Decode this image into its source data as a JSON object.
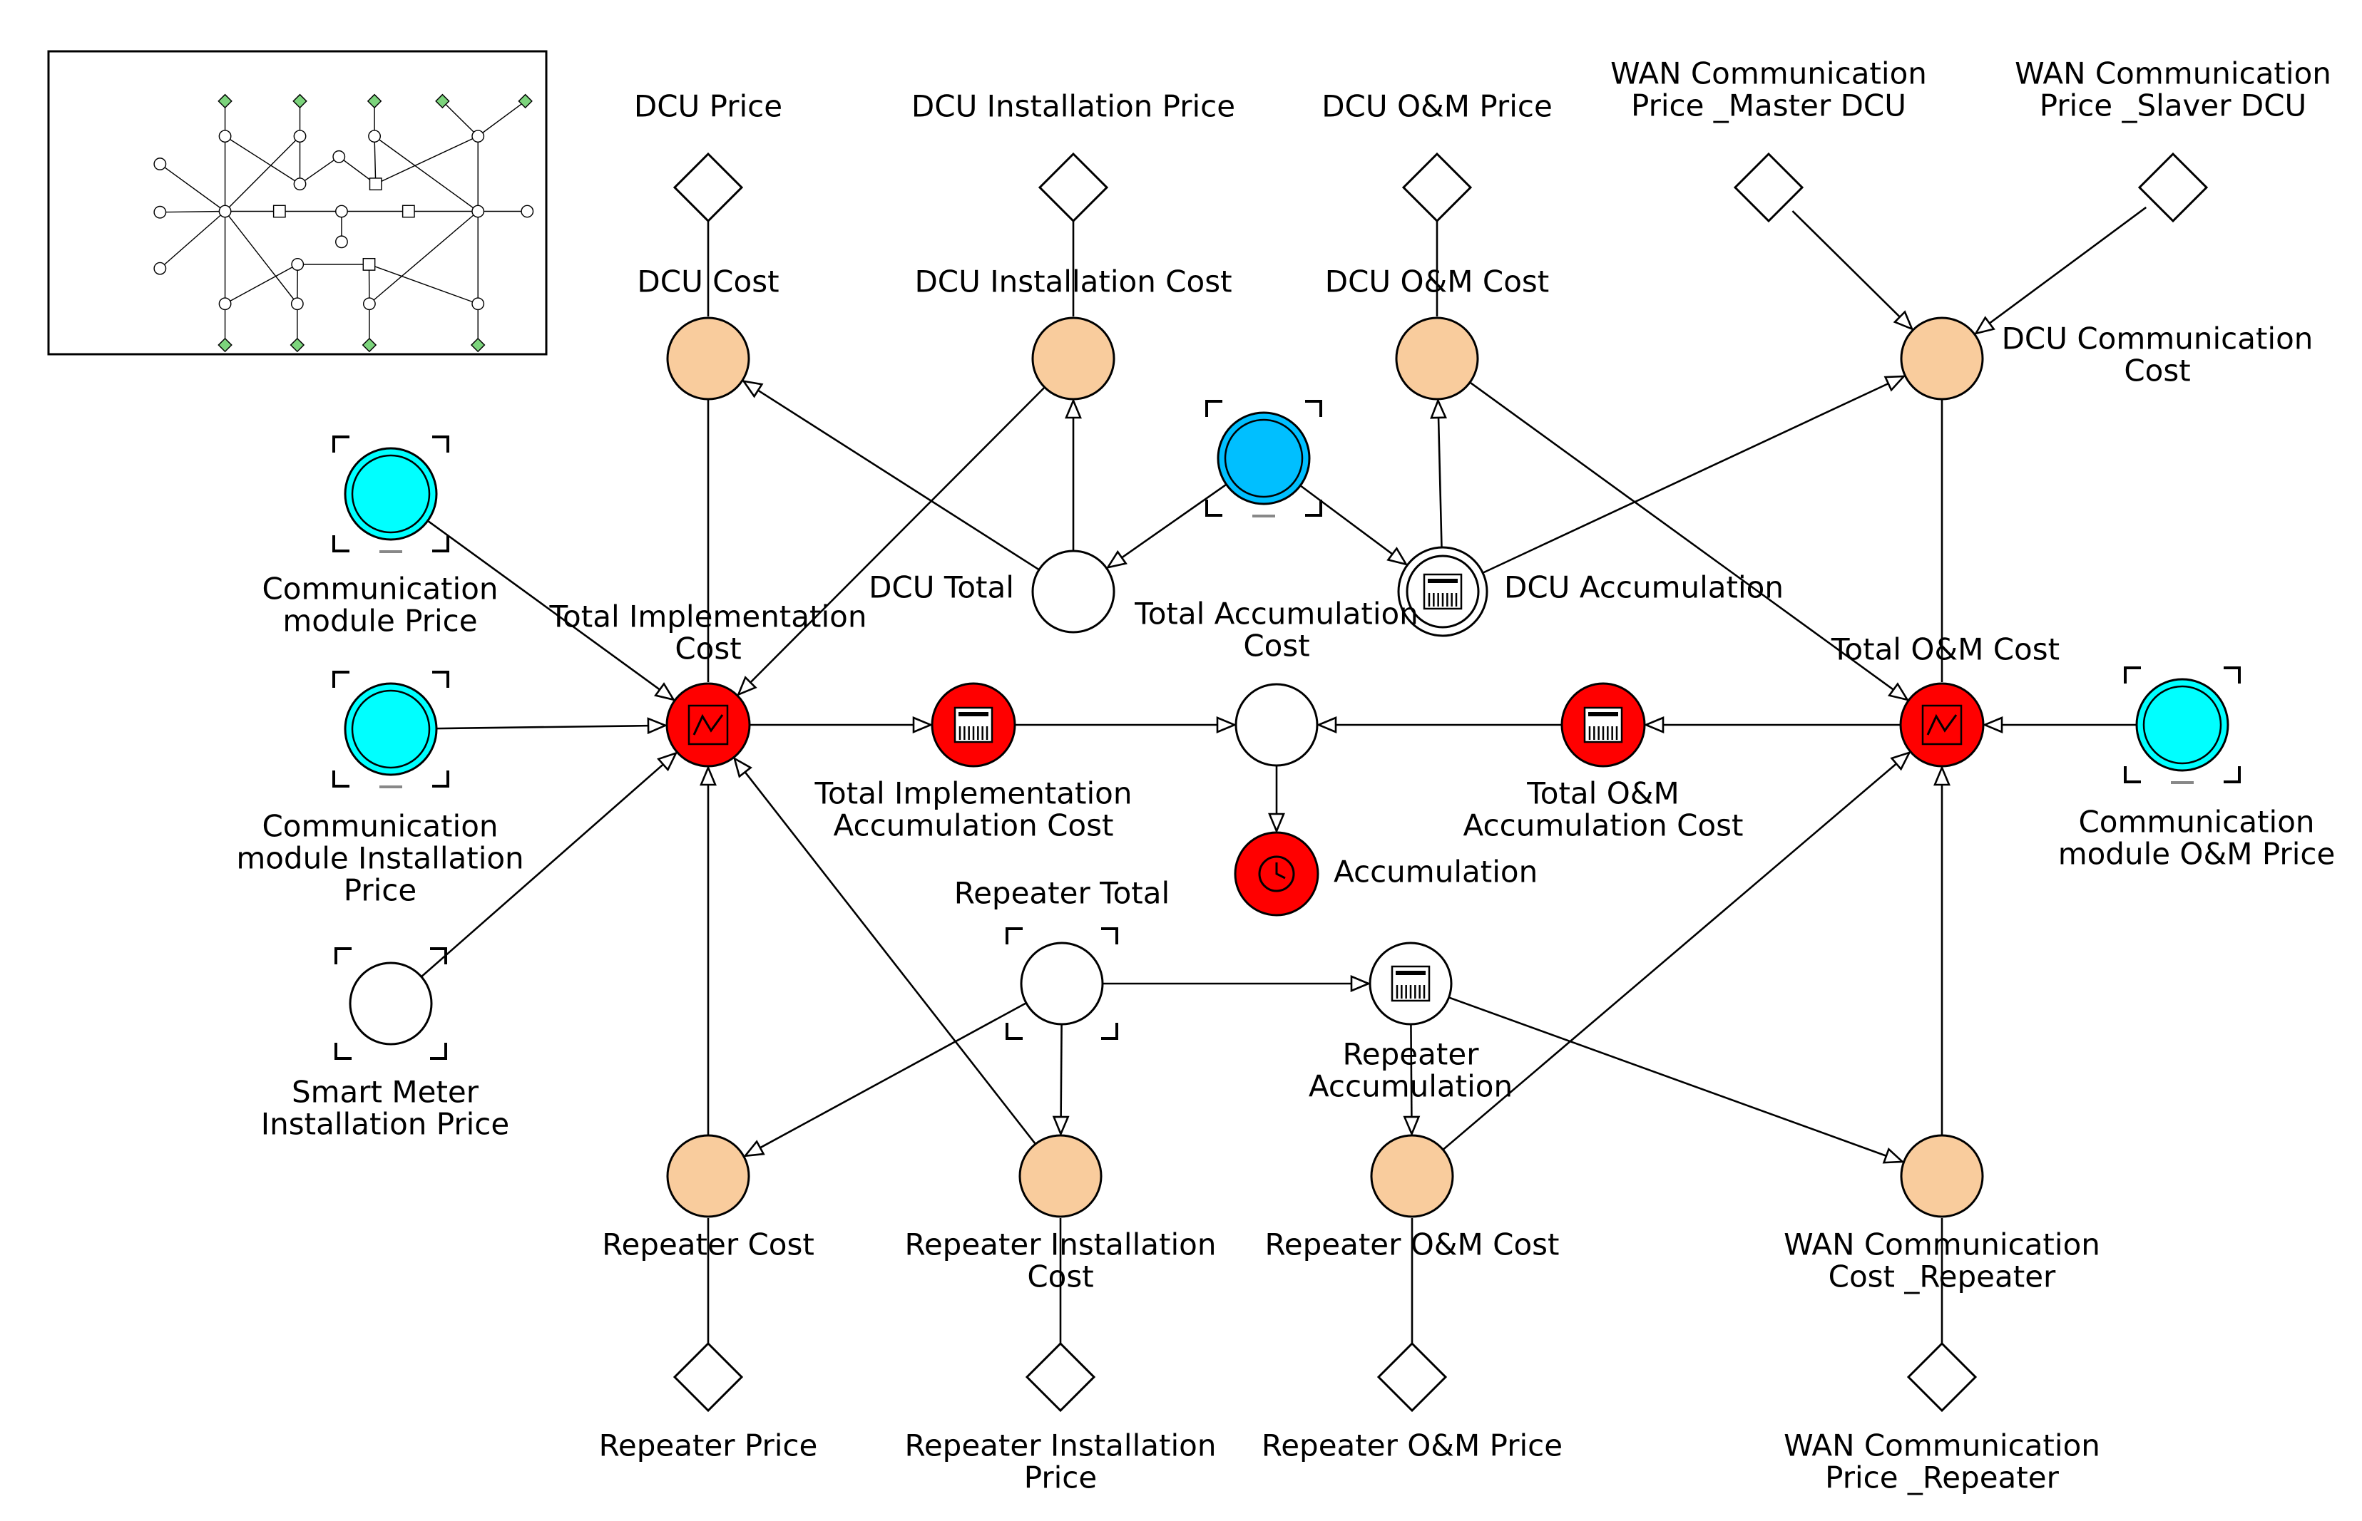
{
  "palette": {
    "constant": "#ffffff",
    "auxiliary": "#f9cc9d",
    "input": "#00ffff",
    "input_blue": "#00bfff",
    "output": "#ff0000",
    "plain": "#ffffff"
  },
  "nodes": [
    {
      "id": "dcu_price",
      "type": "diamond",
      "label": [
        "DCU Price"
      ]
    },
    {
      "id": "dcu_inst_price",
      "type": "diamond",
      "label": [
        "DCU Installation Price"
      ]
    },
    {
      "id": "dcu_om_price",
      "type": "diamond",
      "label": [
        "DCU O&M Price"
      ]
    },
    {
      "id": "wan_master",
      "type": "diamond",
      "label": [
        "WAN Communication",
        "Price _Master DCU"
      ]
    },
    {
      "id": "wan_slaver",
      "type": "diamond",
      "label": [
        "WAN Communication",
        "Price _Slaver DCU"
      ]
    },
    {
      "id": "dcu_cost",
      "type": "aux",
      "label": [
        "DCU Cost"
      ]
    },
    {
      "id": "dcu_inst_cost",
      "type": "aux",
      "label": [
        "DCU Installation Cost"
      ]
    },
    {
      "id": "dcu_om_cost",
      "type": "aux",
      "label": [
        "DCU O&M Cost"
      ]
    },
    {
      "id": "dcu_comm_cost",
      "type": "aux",
      "label": [
        "DCU Communication",
        "Cost"
      ]
    },
    {
      "id": "dcu_input",
      "type": "input_blue",
      "label": []
    },
    {
      "id": "comm_price",
      "type": "input",
      "label": [
        "Communication",
        "module Price"
      ]
    },
    {
      "id": "dcu_total",
      "type": "plain",
      "label": [
        "DCU Total"
      ]
    },
    {
      "id": "dcu_accum",
      "type": "accum_double",
      "label": [
        "DCU Accumulation"
      ]
    },
    {
      "id": "total_impl_cost",
      "type": "output_graph",
      "label": [
        "Total Implementation",
        "Cost"
      ]
    },
    {
      "id": "total_accum_cost",
      "type": "plain",
      "label": [
        "Total Accumulation",
        "Cost"
      ]
    },
    {
      "id": "total_om_cost",
      "type": "output_graph",
      "label": [
        "Total O&M Cost"
      ]
    },
    {
      "id": "comm_inst_price",
      "type": "input",
      "label": [
        "Communication",
        "module  Installation",
        "Price"
      ]
    },
    {
      "id": "total_impl_accum",
      "type": "output_accum",
      "label": [
        "Total Implementation",
        "Accumulation Cost"
      ]
    },
    {
      "id": "total_om_accum",
      "type": "output_accum",
      "label": [
        "Total O&M",
        "Accumulation Cost"
      ]
    },
    {
      "id": "comm_om_price",
      "type": "input",
      "label": [
        "Communication",
        "module  O&M Price"
      ]
    },
    {
      "id": "accumulation",
      "type": "output_clock",
      "label": [
        "Accumulation"
      ]
    },
    {
      "id": "smart_meter",
      "type": "plain_bracket",
      "label": [
        "Smart Meter",
        "Installation Price"
      ]
    },
    {
      "id": "repeater_total",
      "type": "plain_bracket",
      "label": [
        "Repeater Total"
      ]
    },
    {
      "id": "repeater_accum",
      "type": "accum",
      "label": [
        "Repeater",
        "Accumulation"
      ]
    },
    {
      "id": "repeater_cost",
      "type": "aux",
      "label": [
        "Repeater Cost"
      ]
    },
    {
      "id": "repeater_inst_cost",
      "type": "aux",
      "label": [
        "Repeater Installation",
        "Cost"
      ]
    },
    {
      "id": "repeater_om_cost",
      "type": "aux",
      "label": [
        "Repeater O&M Cost"
      ]
    },
    {
      "id": "wan_comm_repeater",
      "type": "aux",
      "label": [
        "WAN Communication",
        "Cost _Repeater"
      ]
    },
    {
      "id": "repeater_price",
      "type": "diamond",
      "label": [
        "Repeater Price"
      ]
    },
    {
      "id": "repeater_inst_price",
      "type": "diamond",
      "label": [
        "Repeater Installation",
        "Price"
      ]
    },
    {
      "id": "repeater_om_price",
      "type": "diamond",
      "label": [
        "Repeater O&M Price"
      ]
    },
    {
      "id": "wan_price_repeater",
      "type": "diamond",
      "label": [
        "WAN Communication",
        "Price _Repeater"
      ]
    }
  ]
}
